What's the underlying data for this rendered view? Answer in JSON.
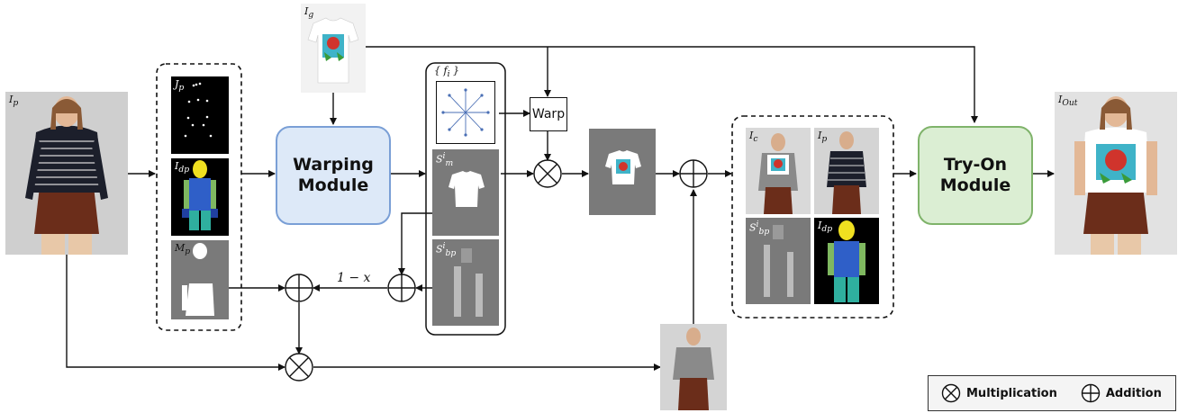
{
  "labels": {
    "Ip": "I",
    "Ip_sub": "p",
    "Ig": "I",
    "Ig_sub": "g",
    "Jp": "J",
    "Jp_sub": "p",
    "Idp": "I",
    "Idp_sub": "dp",
    "Mp": "M",
    "Mp_sub": "p",
    "fi": "{ f",
    "fi_sub": "i",
    "fi_close": " }",
    "Sm": "S",
    "Sm_sup": "i",
    "Sm_sub": "m",
    "Sbp": "S",
    "Sbp_sup": "i",
    "Sbp_sub": "bp",
    "Ic": "I",
    "Ic_sub": "c",
    "Ip2": "I",
    "Ip2_sub": "p",
    "Sbp2": "S",
    "Sbp2_sup": "i",
    "Sbp2_sub": "bp",
    "Idp2": "I",
    "Idp2_sub": "dp",
    "Iout": "I",
    "Iout_sub": "Out",
    "one_minus_x": "1 − x"
  },
  "modules": {
    "warping": "Warping Module",
    "tryon": "Try-On Module",
    "warp": "Warp"
  },
  "legend": {
    "multiplication": "Multiplication",
    "addition": "Addition"
  },
  "colors": {
    "warping_fill": "#dde9f8",
    "warping_border": "#7a9fd6",
    "tryon_fill": "#dbeed3",
    "tryon_border": "#7fb36a"
  }
}
